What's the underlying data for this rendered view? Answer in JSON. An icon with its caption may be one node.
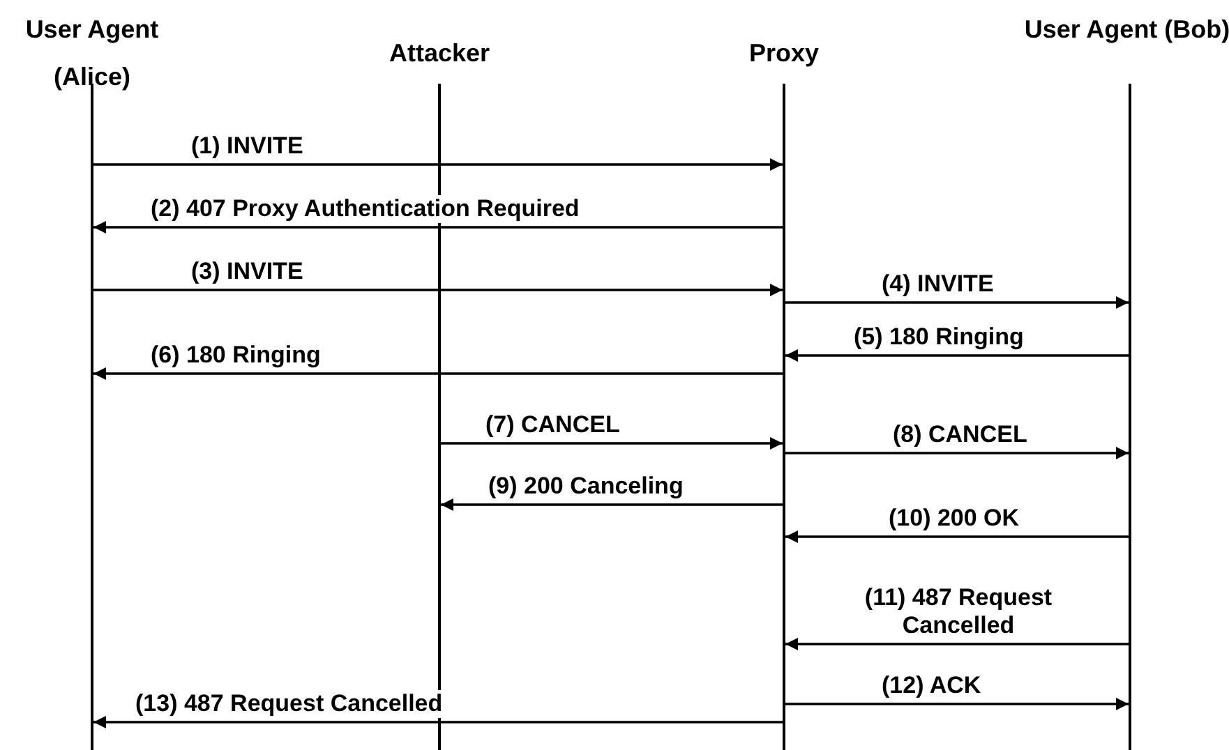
{
  "diagram": {
    "nodes": [
      {
        "text": [
          "User Agent (Alice)"
        ]
      },
      {
        "text": [
          "Attacker"
        ]
      },
      {
        "text": [
          "Proxy"
        ]
      },
      {
        "text": [
          "User Agent (Bob)"
        ]
      }
    ],
    "edges": [
      {
        "from": 0,
        "to": 2,
        "arrow": "to",
        "label": "(1) INVITE"
      },
      {
        "from": 2,
        "to": 0,
        "arrow": "to",
        "label": "(2) 407 Proxy Authentication Required"
      },
      {
        "from": 0,
        "to": 2,
        "arrow": "to",
        "label": "(3) INVITE"
      },
      {
        "from": 2,
        "to": 3,
        "arrow": "to",
        "label": "(4) INVITE"
      },
      {
        "from": 3,
        "to": 2,
        "arrow": "to",
        "label": "(5) 180 Ringing"
      },
      {
        "from": 2,
        "to": 0,
        "arrow": "to",
        "label": "(6) 180 Ringing"
      },
      {
        "from": 1,
        "to": 2,
        "arrow": "to",
        "label": "(7) CANCEL"
      },
      {
        "from": 2,
        "to": 3,
        "arrow": "to",
        "label": "(8) CANCEL"
      },
      {
        "from": 2,
        "to": 1,
        "arrow": "to",
        "label": "(9) 200 Canceling"
      },
      {
        "from": 3,
        "to": 2,
        "arrow": "to",
        "label": "(10) 200 OK"
      },
      {
        "from": 3,
        "to": 2,
        "arrow": "to",
        "label": "(11) 487 Request Cancelled"
      },
      {
        "from": 2,
        "to": 3,
        "arrow": "to",
        "label": "(12) ACK"
      },
      {
        "from": 2,
        "to": 0,
        "arrow": "to",
        "label": "(13) 487 Request Cancelled"
      }
    ]
  }
}
